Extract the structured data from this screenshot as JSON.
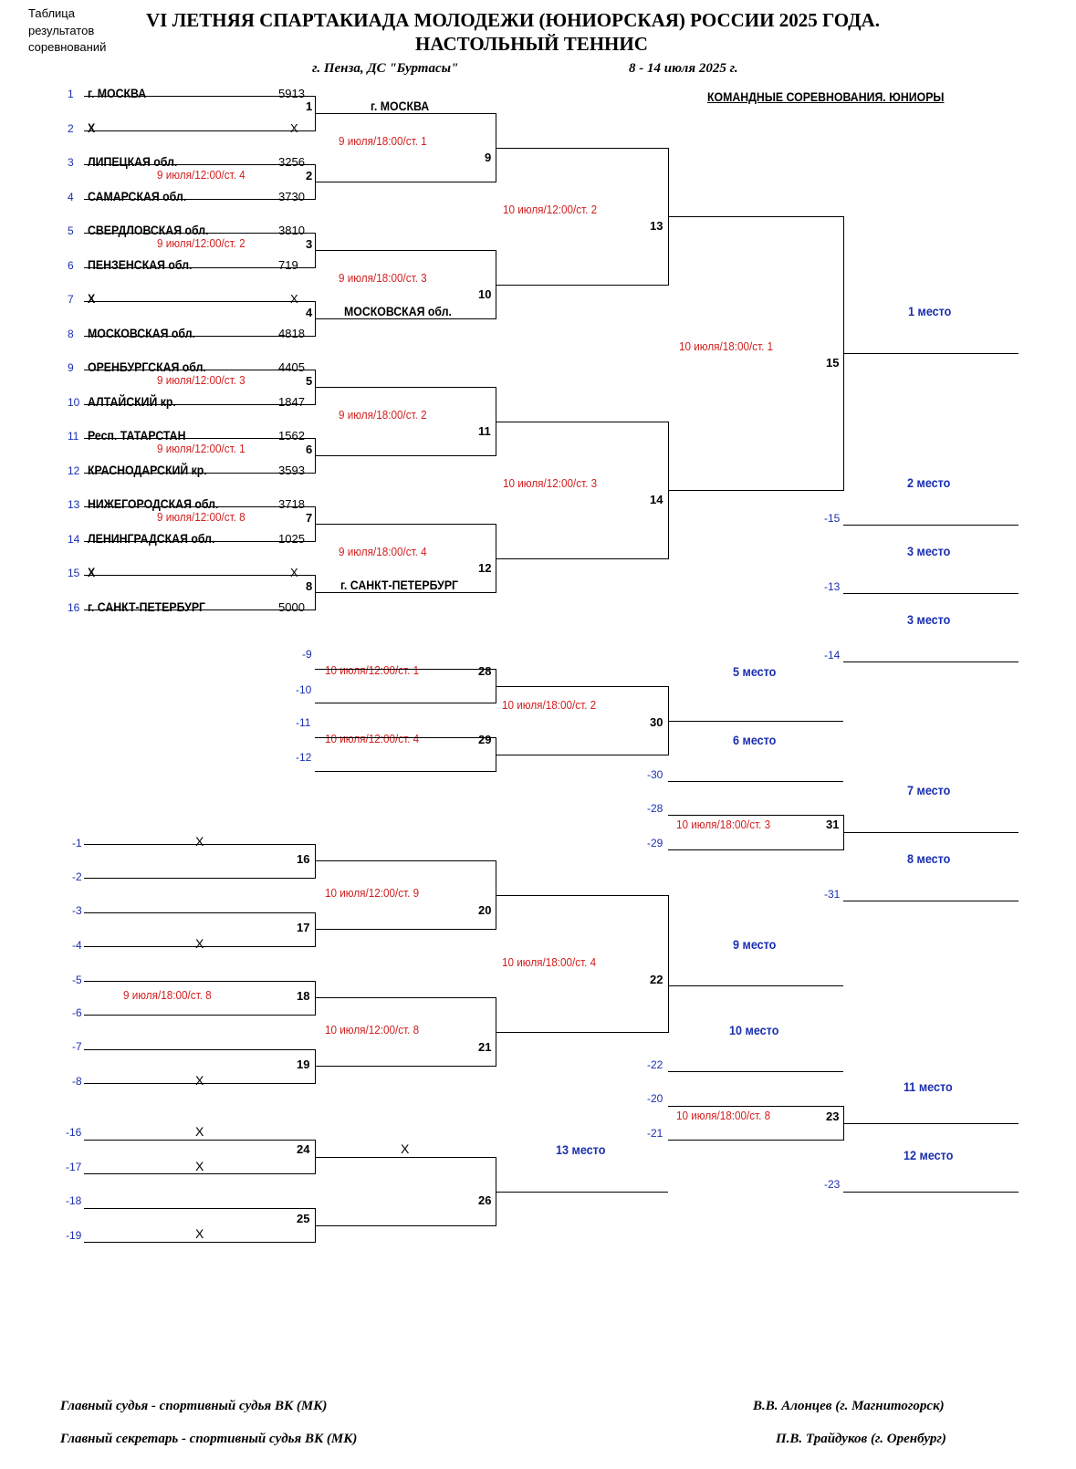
{
  "header": {
    "corner_label": [
      "Таблица",
      "результатов",
      "соревнований"
    ],
    "title_line1": "VI ЛЕТНЯЯ СПАРТАКИАДА МОЛОДЕЖИ  (ЮНИОРСКАЯ) РОССИИ 2025 ГОДА.",
    "title_line2": "НАСТОЛЬНЫЙ ТЕННИС",
    "venue": "г. Пенза, ДС \"Буртасы\"",
    "dates": "8 - 14 июля 2025 г.",
    "section_title": "КОМАНДНЫЕ СОРЕВНОВАНИЯ. ЮНИОРЫ"
  },
  "entries": [
    {
      "seed": "1",
      "team": "г. МОСКВА",
      "score": "5913"
    },
    {
      "seed": "2",
      "team": "Х",
      "score": "Х"
    },
    {
      "seed": "3",
      "team": "ЛИПЕЦКАЯ обл.",
      "score": "3256"
    },
    {
      "seed": "4",
      "team": "САМАРСКАЯ обл.",
      "score": "3730"
    },
    {
      "seed": "5",
      "team": "СВЕРДЛОВСКАЯ обл.",
      "score": "3810"
    },
    {
      "seed": "6",
      "team": "ПЕНЗЕНСКАЯ обл.",
      "score": "719"
    },
    {
      "seed": "7",
      "team": "Х",
      "score": "Х"
    },
    {
      "seed": "8",
      "team": "МОСКОВСКАЯ обл.",
      "score": "4818"
    },
    {
      "seed": "9",
      "team": "ОРЕНБУРГСКАЯ обл.",
      "score": "4405"
    },
    {
      "seed": "10",
      "team": "АЛТАЙСКИЙ кр.",
      "score": "1847"
    },
    {
      "seed": "11",
      "team": "Респ. ТАТАРСТАН",
      "score": "1562"
    },
    {
      "seed": "12",
      "team": "КРАСНОДАРСКИЙ кр.",
      "score": "3593"
    },
    {
      "seed": "13",
      "team": "НИЖЕГОРОДСКАЯ обл.",
      "score": "3718"
    },
    {
      "seed": "14",
      "team": "ЛЕНИНГРАДСКАЯ обл.",
      "score": "1025"
    },
    {
      "seed": "15",
      "team": "Х",
      "score": "Х"
    },
    {
      "seed": "16",
      "team": "г. САНКТ-ПЕТЕРБУРГ",
      "score": "5000"
    }
  ],
  "round1": [
    {
      "num": "1",
      "schedule": ""
    },
    {
      "num": "2",
      "schedule": "9 июля/12:00/ст. 4"
    },
    {
      "num": "3",
      "schedule": "9 июля/12:00/ст. 2"
    },
    {
      "num": "4",
      "schedule": ""
    },
    {
      "num": "5",
      "schedule": "9 июля/12:00/ст. 3"
    },
    {
      "num": "6",
      "schedule": "9 июля/12:00/ст. 1"
    },
    {
      "num": "7",
      "schedule": "9 июля/12:00/ст. 8"
    },
    {
      "num": "8",
      "schedule": ""
    }
  ],
  "round2": [
    {
      "num": "9",
      "top_winner": "г. МОСКВА",
      "bottom_winner": "",
      "schedule": "9 июля/18:00/ст. 1"
    },
    {
      "num": "10",
      "top_winner": "",
      "bottom_winner": "МОСКОВСКАЯ обл.",
      "schedule": "9 июля/18:00/ст. 3"
    },
    {
      "num": "11",
      "top_winner": "",
      "bottom_winner": "",
      "schedule": "9 июля/18:00/ст. 2"
    },
    {
      "num": "12",
      "top_winner": "",
      "bottom_winner": "г. САНКТ-ПЕТЕРБУРГ",
      "schedule": "9 июля/18:00/ст. 4"
    }
  ],
  "semis": [
    {
      "num": "13",
      "schedule": "10 июля/12:00/ст. 2"
    },
    {
      "num": "14",
      "schedule": "10 июля/12:00/ст. 3"
    }
  ],
  "final": {
    "num": "15",
    "schedule": "10 июля/18:00/ст. 1"
  },
  "places": {
    "p1": "1 место",
    "p2": "2 место",
    "p3a": "3 место",
    "p3b": "3 место",
    "p5": "5 место",
    "p6": "6 место",
    "p7": "7 место",
    "p8": "8 место",
    "p9": "9 место",
    "p10": "10 место",
    "p11": "11 место",
    "p12": "12 место",
    "p13": "13 место"
  },
  "losers": {
    "l15": "-15",
    "l13": "-13",
    "l14": "-14",
    "l9": "-9",
    "l10": "-10",
    "l11": "-11",
    "l12": "-12",
    "l30": "-30",
    "l28": "-28",
    "l29": "-29",
    "l31": "-31",
    "l1": "-1",
    "l2": "-2",
    "l3": "-3",
    "l4": "-4",
    "l5": "-5",
    "l6": "-6",
    "l7": "-7",
    "l8": "-8",
    "l22": "-22",
    "l20": "-20",
    "l21": "-21",
    "l23": "-23",
    "l16": "-16",
    "l17": "-17",
    "l18": "-18",
    "l19": "-19"
  },
  "consolation": {
    "m28": {
      "num": "28",
      "schedule": "10 июля/12:00/ст. 1"
    },
    "m29": {
      "num": "29",
      "schedule": "10 июля/12:00/ст. 4"
    },
    "m30": {
      "num": "30",
      "schedule": "10 июля/18:00/ст. 2"
    },
    "m31": {
      "num": "31",
      "schedule": "10 июля/18:00/ст. 3"
    },
    "m16": {
      "num": "16"
    },
    "m17": {
      "num": "17"
    },
    "m18": {
      "num": "18",
      "schedule": "9 июля/18:00/ст. 8"
    },
    "m19": {
      "num": "19"
    },
    "m20": {
      "num": "20",
      "schedule": "10 июля/12:00/ст. 9"
    },
    "m21": {
      "num": "21",
      "schedule": "10 июля/12:00/ст. 8"
    },
    "m22": {
      "num": "22",
      "schedule": "10 июля/18:00/ст. 4"
    },
    "m23": {
      "num": "23",
      "schedule": "10 июля/18:00/ст. 8"
    },
    "m24": {
      "num": "24"
    },
    "m25": {
      "num": "25"
    },
    "m26": {
      "num": "26"
    },
    "x_mark": "Х"
  },
  "footer": {
    "judge_role": "Главный судья - спортивный судья ВК (МК)",
    "judge_name": "В.В. Алонцев (г. Магнитогорск)",
    "secretary_role": "Главный секретарь - спортивный судья ВК (МК)",
    "secretary_name": "П.В. Трайдуков (г. Оренбург)"
  }
}
